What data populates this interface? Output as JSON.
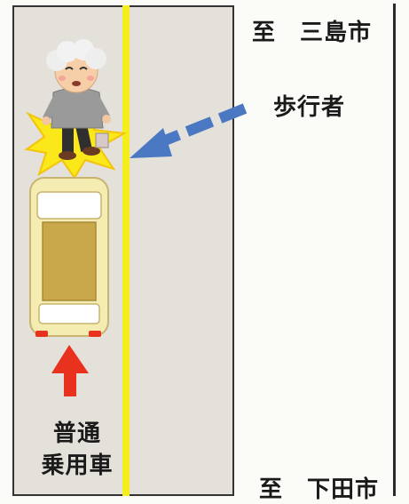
{
  "labels": {
    "north_destination": "至　三島市",
    "south_destination": "至　下田市",
    "pedestrian": "歩行者",
    "vehicle_line1": "普通",
    "vehicle_line2": "乗用車"
  },
  "colors": {
    "road": "#e4e0da",
    "center_line": "#f6ee1c",
    "pedestrian_arrow": "#4a78c2",
    "vehicle_arrow": "#e8321e",
    "impact_burst": "#fbe81a",
    "car_body": "#f4ecb0",
    "car_roof": "#c9a84a"
  },
  "icons": {
    "pedestrian_figure": "elderly-man-icon",
    "collision": "impact-burst-icon",
    "vehicle": "car-top-view-icon",
    "pedestrian_direction": "dashed-arrow-left-icon",
    "vehicle_direction": "arrow-up-icon"
  }
}
